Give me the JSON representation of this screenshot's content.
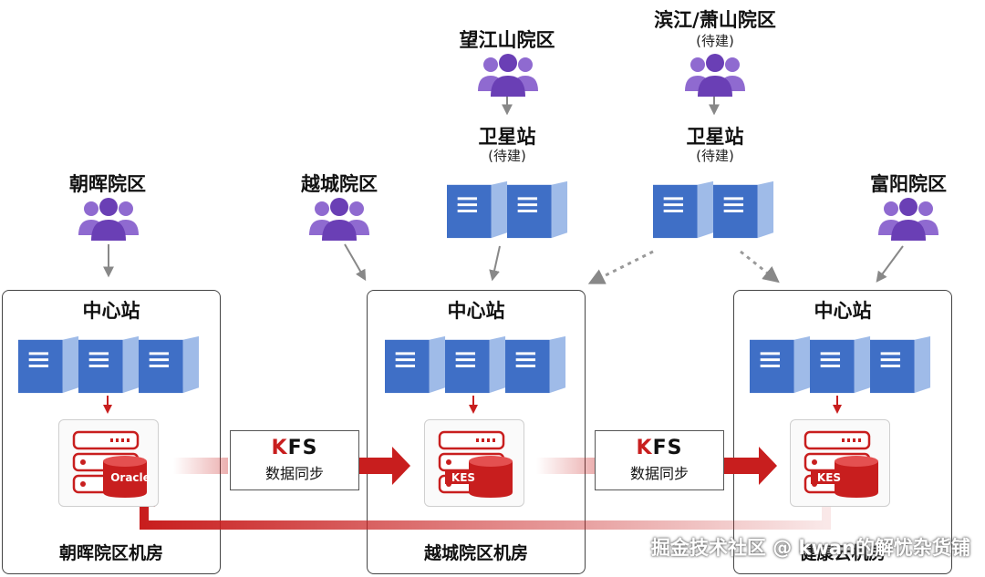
{
  "sites": {
    "wangjiangshan": {
      "name": "望江山院区"
    },
    "binjiang": {
      "name": "滨江/萧山院区",
      "note": "(待建)"
    },
    "chaohui": {
      "name": "朝晖院区"
    },
    "yuecheng": {
      "name": "越城院区"
    },
    "fuyang": {
      "name": "富阳院区"
    }
  },
  "satellites": [
    {
      "name": "卫星站",
      "note": "(待建)"
    },
    {
      "name": "卫星站",
      "note": "(待建)"
    }
  ],
  "rooms": [
    {
      "center_label": "中心站",
      "footer": "朝晖院区机房",
      "db_label": "Oracle"
    },
    {
      "center_label": "中心站",
      "footer": "越城院区机房",
      "db_label": "KES"
    },
    {
      "center_label": "中心站",
      "footer": "健康云机房",
      "db_label": "KES"
    }
  ],
  "sync": [
    {
      "k": "K",
      "fs": "FS",
      "label": "数据同步"
    },
    {
      "k": "K",
      "fs": "FS",
      "label": "数据同步"
    }
  ],
  "watermark": "掘金技术社区 @ kwan的解忧杂货铺",
  "colors": {
    "accent_red": "#c81e1e",
    "server_blue": "#3f6fc6",
    "people_purple": "#6a3fb5"
  }
}
